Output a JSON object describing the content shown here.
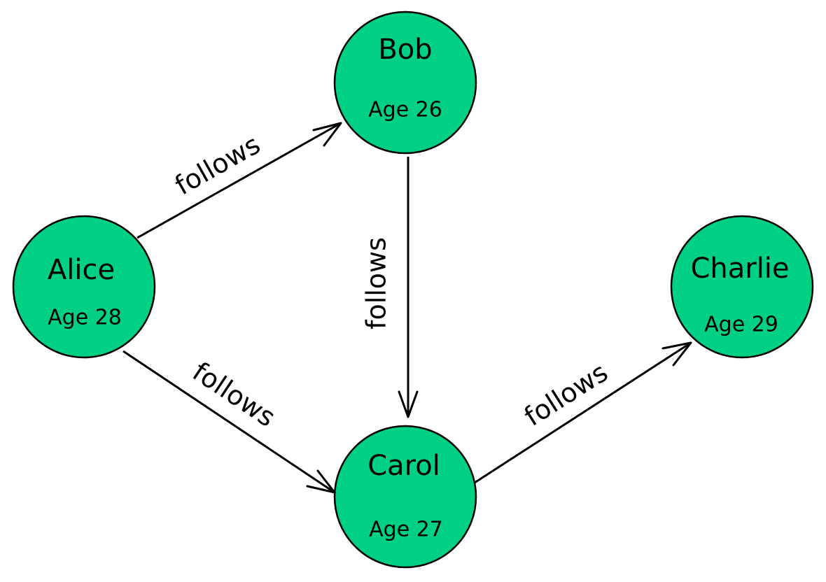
{
  "colors": {
    "node_fill": "#00d084",
    "stroke": "#000000"
  },
  "nodes": [
    {
      "id": "alice",
      "name": "Alice",
      "age_label": "Age 28"
    },
    {
      "id": "bob",
      "name": "Bob",
      "age_label": "Age 26"
    },
    {
      "id": "carol",
      "name": "Carol",
      "age_label": "Age 27"
    },
    {
      "id": "charlie",
      "name": "Charlie",
      "age_label": "Age 29"
    }
  ],
  "edges": [
    {
      "from": "alice",
      "to": "bob",
      "label": "follows"
    },
    {
      "from": "alice",
      "to": "carol",
      "label": "follows"
    },
    {
      "from": "bob",
      "to": "carol",
      "label": "follows"
    },
    {
      "from": "carol",
      "to": "charlie",
      "label": "follows"
    }
  ]
}
